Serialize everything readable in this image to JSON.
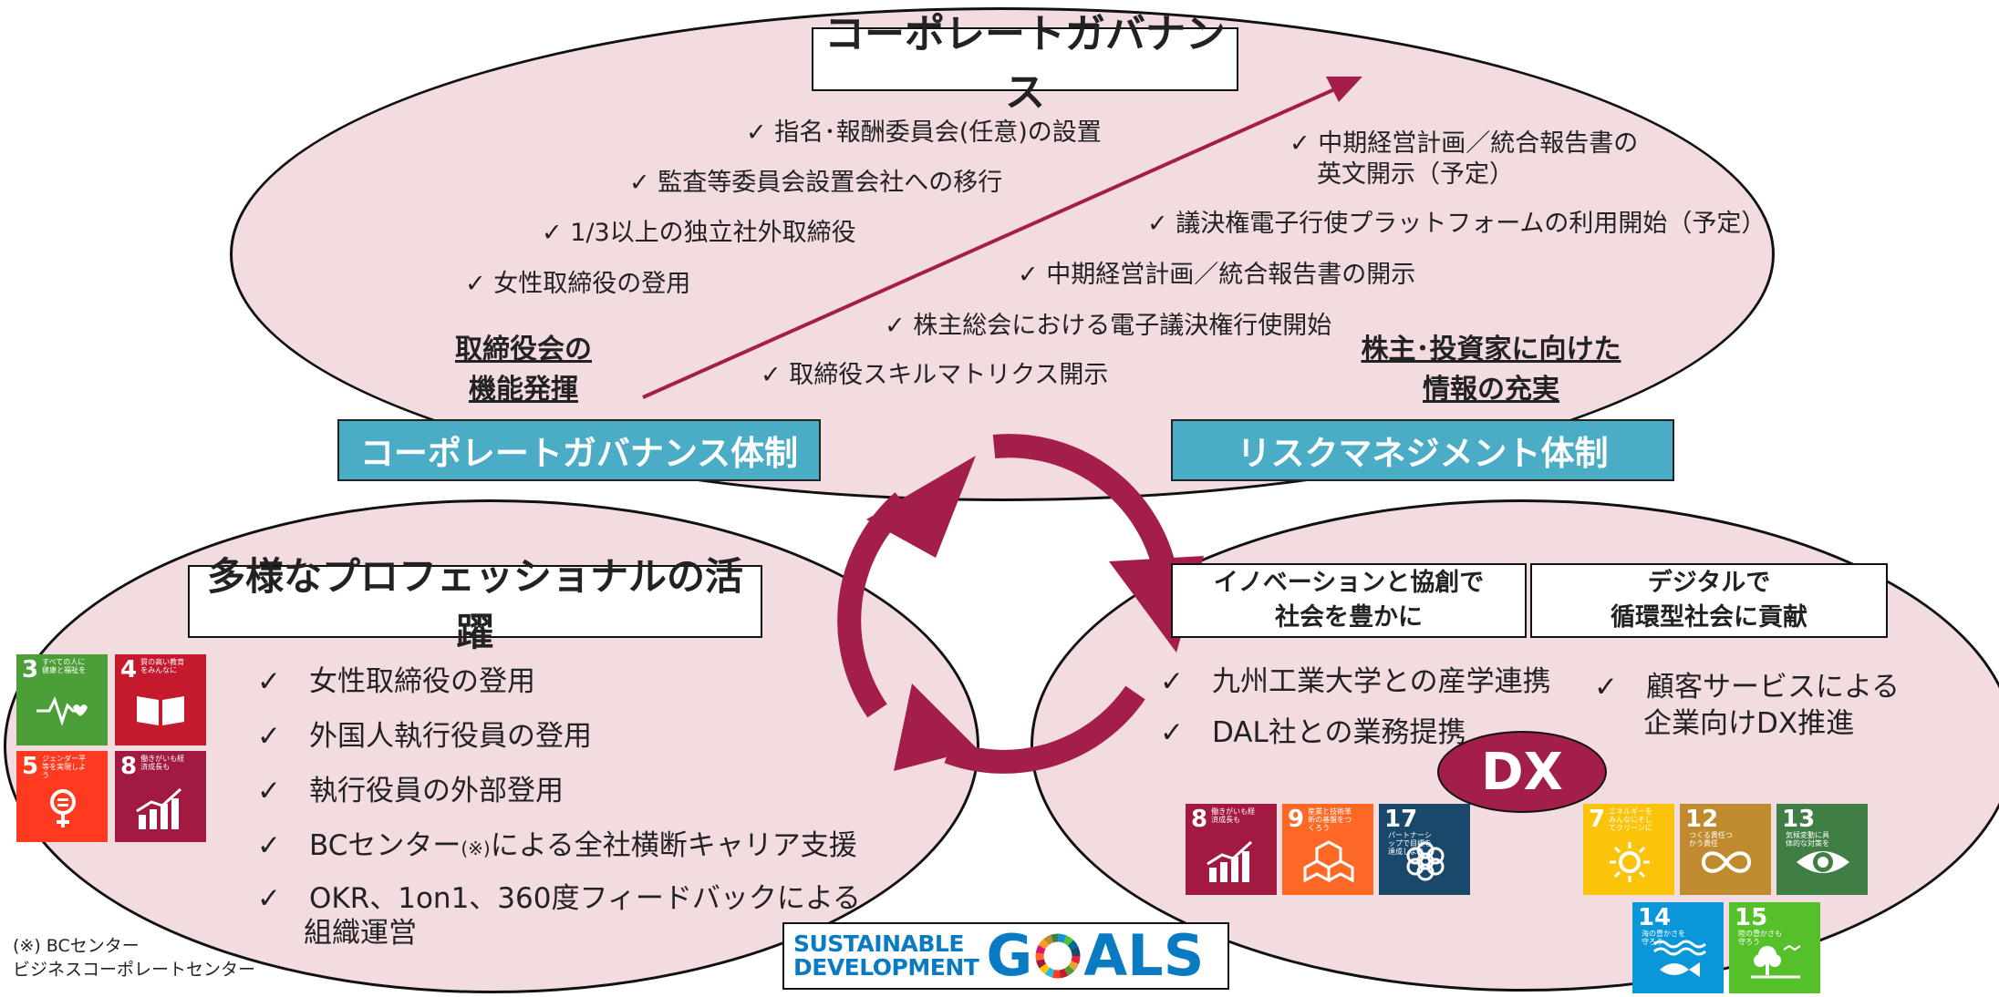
{
  "colors": {
    "ellipse_fill": "#f3dcdf",
    "teal": "#4bacc6",
    "crimson": "#a31f4a",
    "dx_fill": "#a31f4a"
  },
  "top": {
    "title": "コーポレートガバナンス",
    "left_items": [
      "✓ 指名･報酬委員会(任意)の設置",
      "✓ 監査等委員会設置会社への移行",
      "✓ 1/3以上の独立社外取締役",
      "✓ 女性取締役の登用"
    ],
    "center_items": [
      "✓ 議決権電子行使プラットフォームの利用開始（予定）",
      "✓ 中期経営計画／統合報告書の開示",
      "✓ 株主総会における電子議決権行使開始",
      "✓ 取締役スキルマトリクス開示"
    ],
    "right_item_line1": "✓ 中期経営計画／統合報告書の",
    "right_item_line2": "英文開示（予定）",
    "label_left_line1": "取締役会の",
    "label_left_line2": "機能発揮",
    "label_right_line1": "株主･投資家に向けた",
    "label_right_line2": "情報の充実",
    "teal_left": "コーポレートガバナンス体制",
    "teal_right": "リスクマネジメント体制"
  },
  "left": {
    "title": "多様なプロフェッショナルの活躍",
    "items": [
      "✓　女性取締役の登用",
      "✓　外国人執行役員の登用",
      "✓　執行役員の外部登用"
    ],
    "bc_prefix": "✓　BCセンター",
    "bc_note": "(※)",
    "bc_suffix": "による全社横断キャリア支援",
    "okr_line1": "✓　OKR、1on1、360度フィードバックによる",
    "okr_line2": "組織運営",
    "footnote_line1": "(※) BCセンター",
    "footnote_line2": "ビジネスコーポレートセンター"
  },
  "right": {
    "box1_line1": "イノベーションと協創で",
    "box1_line2": "社会を豊かに",
    "box2_line1": "デジタルで",
    "box2_line2": "循環型社会に貢献",
    "items_left": [
      "✓　九州工業大学との産学連携",
      "✓　DAL社との業務提携"
    ],
    "item_right_line1": "✓　顧客サービスによる",
    "item_right_line2": "企業向けDX推進",
    "dx": "DX"
  },
  "sdgs_logo": {
    "line1": "SUSTAINABLE",
    "line2": "DEVELOPMENT",
    "goals_g": "G",
    "goals_rest": "ALS"
  },
  "sdg_icons": {
    "g3": {
      "num": "3",
      "text": "すべての人に健康と福祉を",
      "color": "#4c9f38",
      "icon": "heartbeat-icon"
    },
    "g4": {
      "num": "4",
      "text": "質の高い教育をみんなに",
      "color": "#c5192d",
      "icon": "book-icon"
    },
    "g5": {
      "num": "5",
      "text": "ジェンダー平等を実現しよう",
      "color": "#ff3a21",
      "icon": "gender-equality-icon"
    },
    "g8": {
      "num": "8",
      "text": "働きがいも経済成長も",
      "color": "#a21942",
      "icon": "growth-chart-icon"
    },
    "g9": {
      "num": "9",
      "text": "産業と技術革新の基盤をつくろう",
      "color": "#fd6925",
      "icon": "cubes-icon"
    },
    "g17": {
      "num": "17",
      "text": "パートナーシップで目標を達成しよう",
      "color": "#19486a",
      "icon": "partnership-flower-icon"
    },
    "g7": {
      "num": "7",
      "text": "エネルギーをみんなにそしてクリーンに",
      "color": "#fcc30b",
      "icon": "sun-icon"
    },
    "g12": {
      "num": "12",
      "text": "つくる責任つかう責任",
      "color": "#bf8b2e",
      "icon": "infinity-icon"
    },
    "g13": {
      "num": "13",
      "text": "気候変動に具体的な対策を",
      "color": "#3f7e44",
      "icon": "eye-earth-icon"
    },
    "g14": {
      "num": "14",
      "text": "海の豊かさを守ろう",
      "color": "#0a97d9",
      "icon": "fish-icon"
    },
    "g15": {
      "num": "15",
      "text": "陸の豊かさも守ろう",
      "color": "#56c02b",
      "icon": "tree-icon"
    }
  }
}
